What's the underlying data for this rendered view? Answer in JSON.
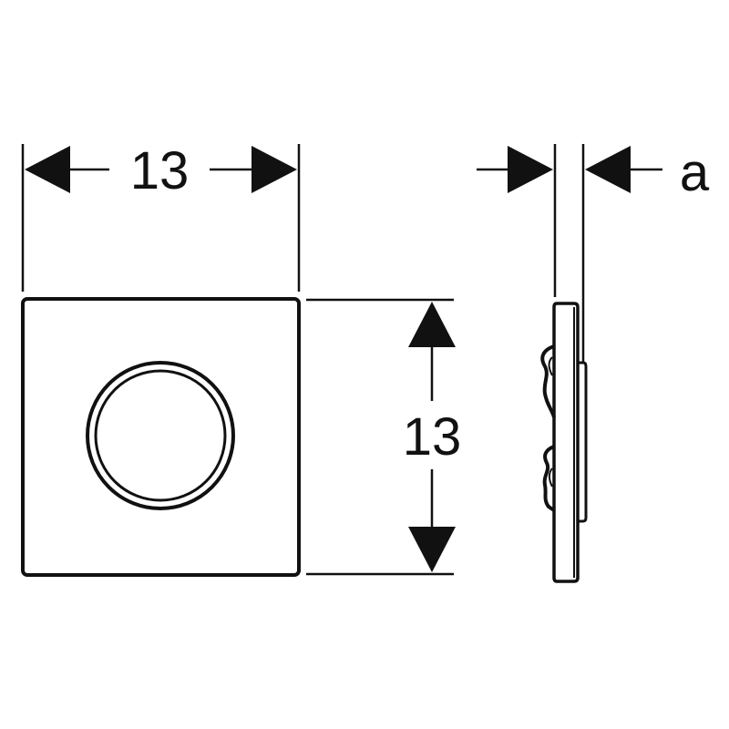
{
  "dimensions": {
    "width_label": "13",
    "height_label": "13",
    "thickness_label": "a"
  },
  "colors": {
    "line": "#111111",
    "background": "#ffffff"
  }
}
